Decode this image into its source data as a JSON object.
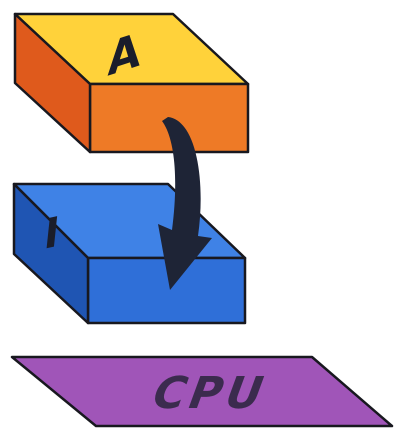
{
  "blocks": {
    "top": {
      "label": "A",
      "colors": {
        "top": "#ffd23a",
        "front": "#ee7a26",
        "side": "#df5a1c"
      }
    },
    "middle": {
      "label": "I",
      "colors": {
        "top": "#3f82e6",
        "front": "#2f6fd8",
        "side": "#1f55b3"
      }
    },
    "base": {
      "label": "CPU",
      "colors": {
        "fill": "#a055b8"
      }
    }
  },
  "arrow": {
    "color": "#1e2436"
  },
  "outline_color": "#18181f"
}
